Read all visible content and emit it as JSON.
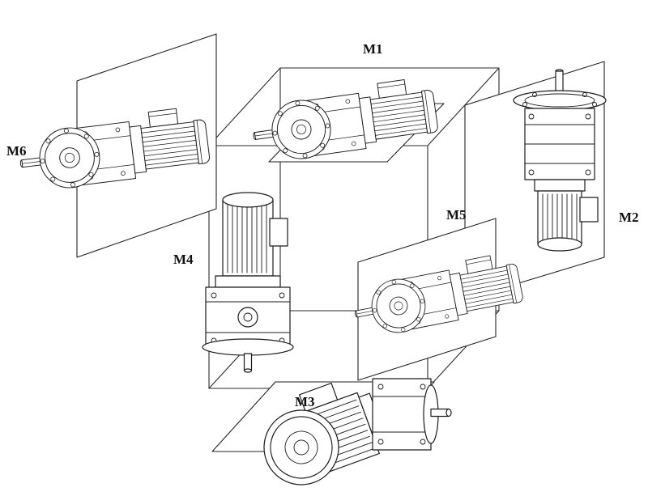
{
  "diagram": {
    "background_color": "#ffffff",
    "line_color": "#1c1c1c",
    "labels": [
      {
        "id": "m1",
        "text": "M1",
        "position": "top"
      },
      {
        "id": "m2",
        "text": "M2",
        "position": "right"
      },
      {
        "id": "m3",
        "text": "M3",
        "position": "bottom"
      },
      {
        "id": "m4",
        "text": "M4",
        "position": "center-left"
      },
      {
        "id": "m5",
        "text": "M5",
        "position": "center-right"
      },
      {
        "id": "m6",
        "text": "M6",
        "position": "left"
      }
    ]
  }
}
